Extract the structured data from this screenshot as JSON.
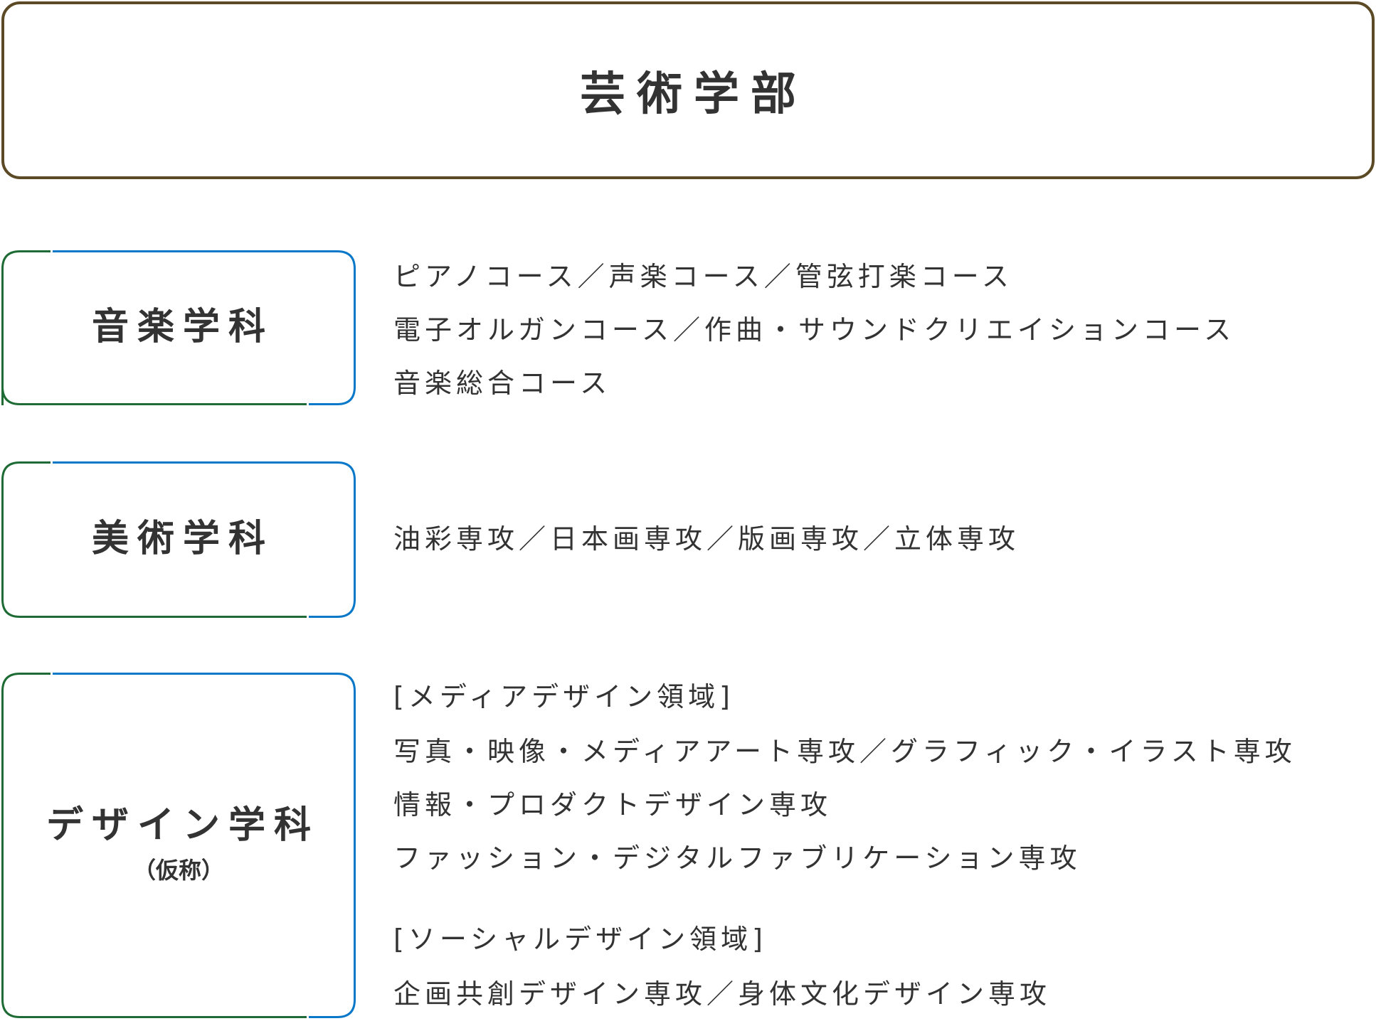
{
  "faculty": {
    "title": "芸術学部",
    "border_color": "#5b4a25"
  },
  "colors": {
    "text": "#333333",
    "frame_green": "#1e6b35",
    "frame_blue": "#0a78c8"
  },
  "departments": [
    {
      "name": "音楽学科",
      "courses": [
        "ピアノコース／声楽コース／管弦打楽コース",
        "電子オルガンコース／作曲・サウンドクリエイションコース",
        "音楽総合コース"
      ]
    },
    {
      "name": "美術学科",
      "courses": [
        "油彩専攻／日本画専攻／版画専攻／立体専攻"
      ]
    },
    {
      "name": "デザイン学科",
      "note": "（仮称）",
      "groups": [
        {
          "heading": "[メディアデザイン領域]",
          "courses": [
            "写真・映像・メディアアート専攻／グラフィック・イラスト専攻",
            "情報・プロダクトデザイン専攻",
            "ファッション・デジタルファブリケーション専攻"
          ]
        },
        {
          "heading": "[ソーシャルデザイン領域]",
          "courses": [
            "企画共創デザイン専攻／身体文化デザイン専攻"
          ]
        }
      ]
    }
  ]
}
